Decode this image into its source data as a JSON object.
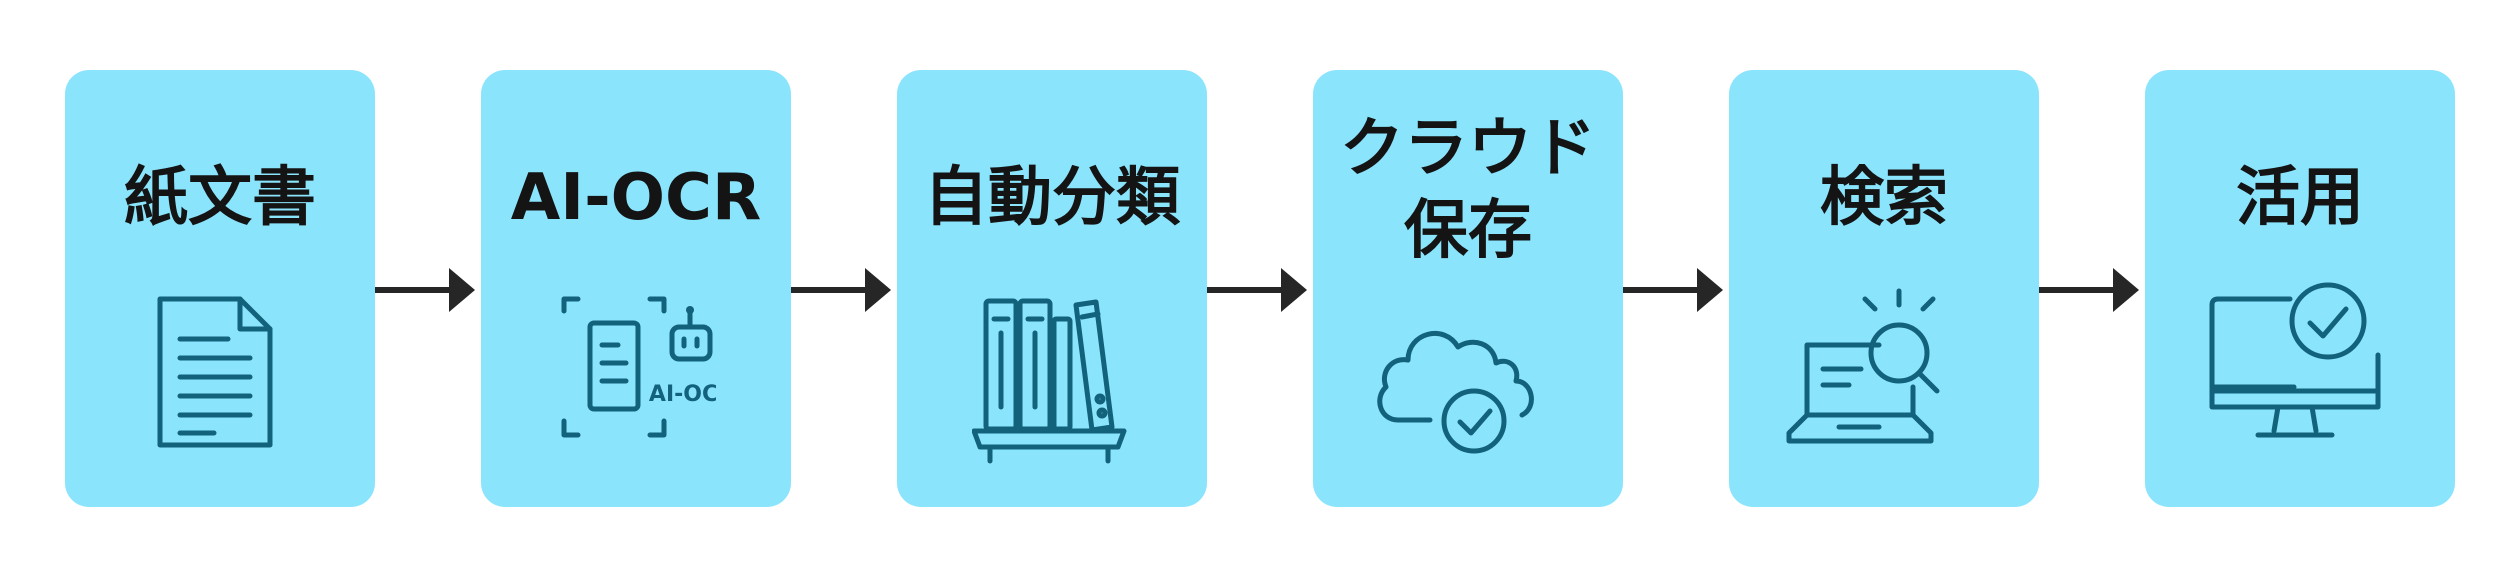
{
  "steps": [
    {
      "label": "紙文書",
      "icon": "paper-document-icon"
    },
    {
      "label": "AI-OCR",
      "icon": "ai-ocr-scan-icon",
      "icon_text": "AI-OCR"
    },
    {
      "label": "自動分類",
      "icon": "bookshelf-binders-icon"
    },
    {
      "label": "クラウド\n保存",
      "icon": "cloud-check-icon"
    },
    {
      "label": "検索",
      "icon": "laptop-search-icon"
    },
    {
      "label": "活用",
      "icon": "monitor-check-icon"
    }
  ],
  "colors": {
    "box": "#8ae4fc",
    "icon_stroke": "#12627c",
    "arrow": "#262626",
    "text": "#141414"
  }
}
